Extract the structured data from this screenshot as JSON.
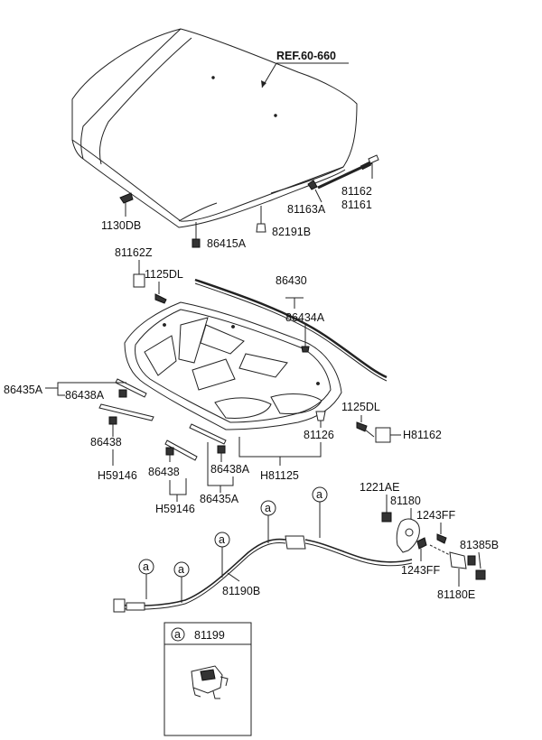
{
  "ref_label": "REF.60-660",
  "labels": {
    "p1130DB": "1130DB",
    "p86415A": "86415A",
    "p82191B": "82191B",
    "p81163A": "81163A",
    "p81162": "81162",
    "p81161": "81161",
    "p81162Z": "81162Z",
    "p1125DL_top": "1125DL",
    "p86430": "86430",
    "p86434A": "86434A",
    "p86435A_left": "86435A",
    "p86438A_left": "86438A",
    "p86438_left": "86438",
    "pH59146_left": "H59146",
    "p86438_mid": "86438",
    "pH59146_mid": "H59146",
    "p86438A_mid": "86438A",
    "p86435A_mid": "86435A",
    "p81126": "81126",
    "pH81125": "H81125",
    "p1125DL_right": "1125DL",
    "pH81162": "H81162",
    "p1221AE": "1221AE",
    "p81180": "81180",
    "p1243FF_top": "1243FF",
    "p81385B": "81385B",
    "p1243FF_bottom": "1243FF",
    "p81180E": "81180E",
    "p81190B": "81190B"
  },
  "callout_letter": "a",
  "inset": {
    "letter": "a",
    "part": "81199"
  }
}
